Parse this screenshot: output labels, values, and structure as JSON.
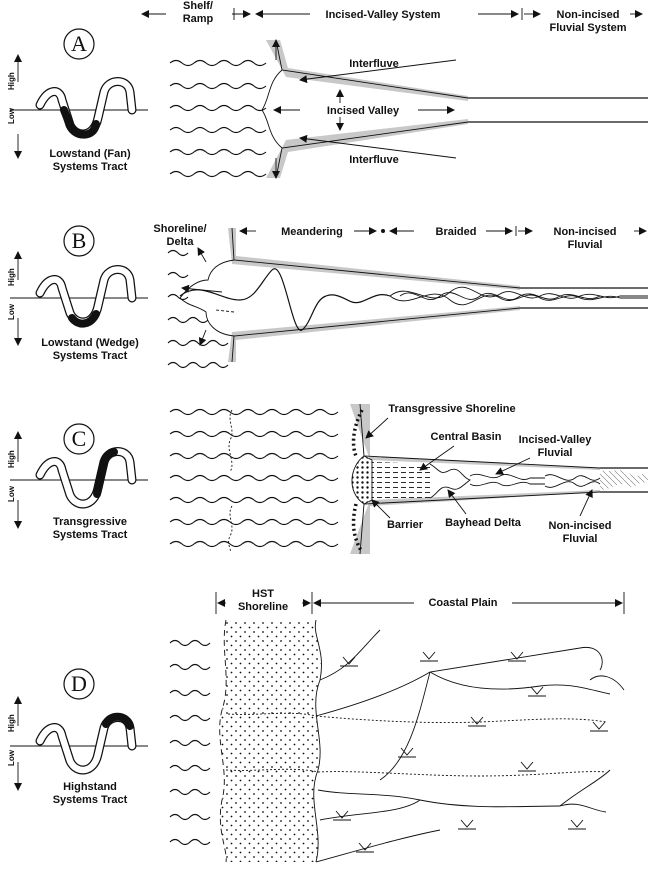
{
  "panels": [
    {
      "letter": "A",
      "tract": [
        "Lowstand (Fan)",
        "Systems Tract"
      ]
    },
    {
      "letter": "B",
      "tract": [
        "Lowstand (Wedge)",
        "Systems Tract"
      ]
    },
    {
      "letter": "C",
      "tract": [
        "Transgressive",
        "Systems Tract"
      ]
    },
    {
      "letter": "D",
      "tract": [
        "Highstand",
        "Systems Tract"
      ]
    }
  ],
  "axis": {
    "high": "High",
    "low": "Low"
  },
  "a": {
    "shelf": [
      "Shelf/",
      "Ramp"
    ],
    "incised_system": "Incised-Valley System",
    "non_incised": [
      "Non-incised",
      "Fluvial System"
    ],
    "interfluve_top": "Interfluve",
    "incised_valley": "Incised Valley",
    "interfluve_bottom": "Interfluve"
  },
  "b": {
    "shoreline": [
      "Shoreline/",
      "Delta"
    ],
    "meandering": "Meandering",
    "braided": "Braided",
    "non_incised": [
      "Non-incised",
      "Fluvial"
    ]
  },
  "c": {
    "transgressive_shoreline": "Transgressive Shoreline",
    "central_basin": "Central Basin",
    "incised_valley_fluvial": [
      "Incised-Valley",
      "Fluvial"
    ],
    "barrier": "Barrier",
    "bayhead_delta": "Bayhead Delta",
    "non_incised": [
      "Non-incised",
      "Fluvial"
    ]
  },
  "d": {
    "hst": [
      "HST",
      "Shoreline"
    ],
    "coastal_plain": "Coastal Plain"
  }
}
